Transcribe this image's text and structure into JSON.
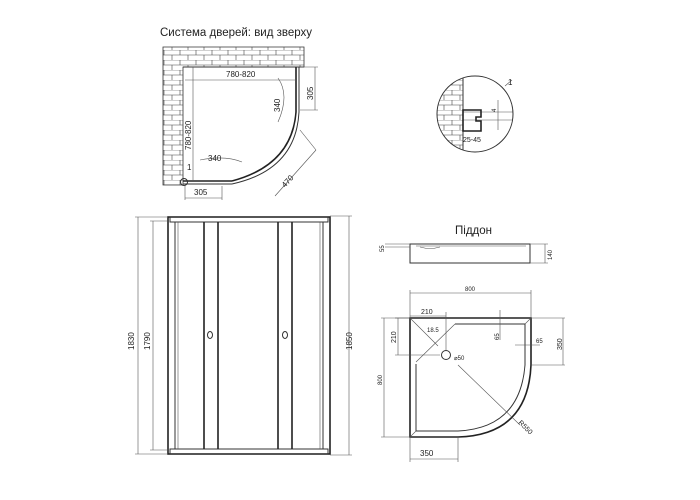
{
  "top_view": {
    "title": "Система дверей: вид зверху",
    "dim_width": "780-820",
    "dim_depth": "780-820",
    "dim_side_panel_right": "305",
    "dim_side_panel_bottom": "305",
    "dim_door_swing_right": "340",
    "dim_door_swing_bottom": "340",
    "dim_entrance": "470",
    "callout": "1"
  },
  "detail": {
    "callout": "1",
    "dim_gap": "4",
    "dim_adjust": "25-45"
  },
  "front_view": {
    "dim_total_height": "1830",
    "dim_door_height": "1790",
    "dim_height_with_tray": "1850"
  },
  "tray_side": {
    "title": "Піддон",
    "dim_rim": "55",
    "dim_height": "140"
  },
  "tray_top": {
    "dim_width": "800",
    "dim_depth": "800",
    "dim_drain_x": "210",
    "dim_drain_y": "210",
    "dim_angle": "18.5",
    "dim_rim_top": "65",
    "dim_rim_right": "65",
    "dim_straight_right": "350",
    "dim_straight_bottom": "350",
    "dim_drain_diameter": "⌀50",
    "dim_radius": "R550"
  }
}
